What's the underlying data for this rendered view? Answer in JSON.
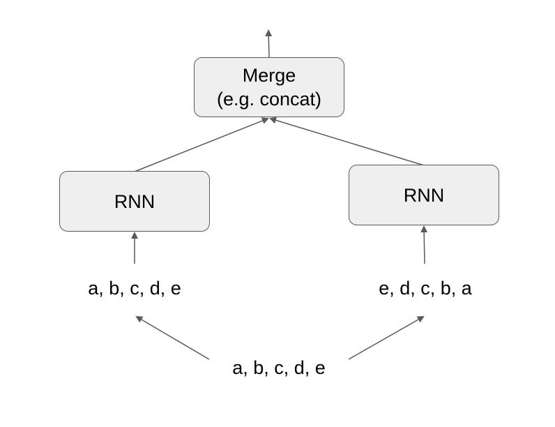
{
  "diagram": {
    "merge_box": {
      "line1": "Merge",
      "line2": "(e.g. concat)"
    },
    "rnn_left": {
      "label": "RNN"
    },
    "rnn_right": {
      "label": "RNN"
    },
    "seq_left": "a, b, c, d, e",
    "seq_right": "e, d, c, b, a",
    "seq_input": "a, b, c, d, e"
  },
  "colors": {
    "box_fill": "#efefef",
    "box_border": "#595959",
    "arrow": "#595959",
    "text": "#000000",
    "background": "#ffffff"
  }
}
